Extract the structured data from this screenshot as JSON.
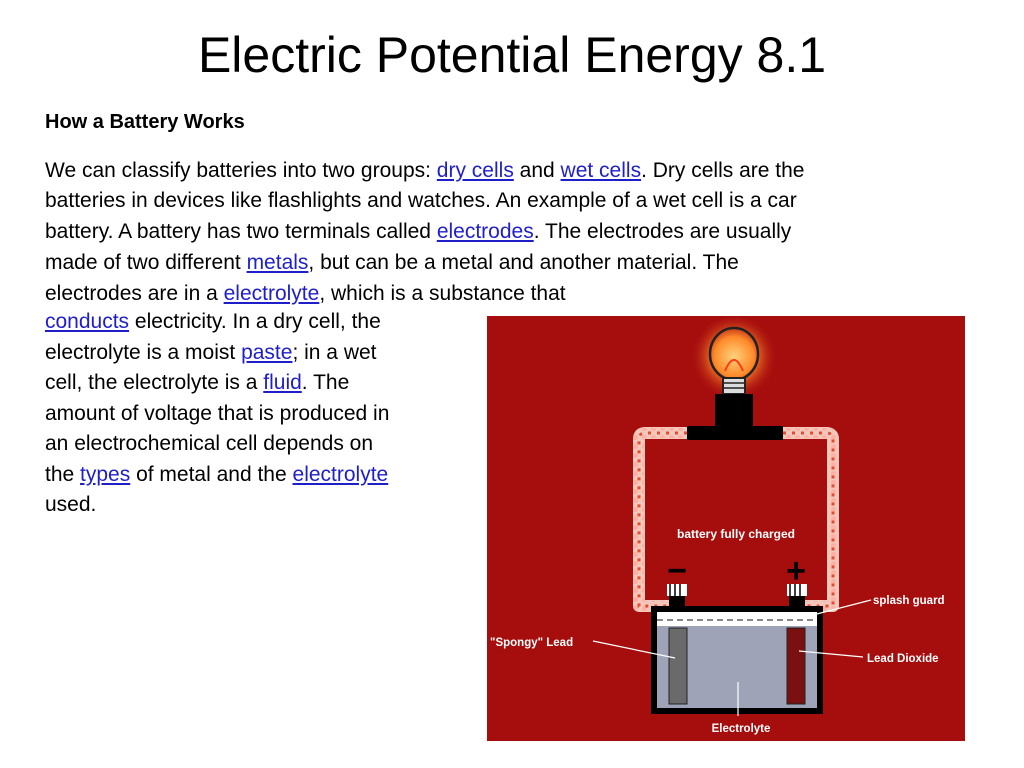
{
  "title": "Electric Potential Energy 8.1",
  "subheading": "How a Battery Works",
  "paragraph": {
    "l1a": "We can classify batteries into two groups: ",
    "l1_link1": "dry cells",
    "l1b": " and ",
    "l1_link2": "wet cells",
    "l1c": ". Dry cells are the",
    "l2": "batteries in devices like flashlights and watches. An example of a wet cell is a car",
    "l3a": "battery. A battery has two terminals called ",
    "l3_link": "electrodes",
    "l3b": ". The electrodes are usually",
    "l4a": "made of two different ",
    "l4_link": "metals",
    "l4b": ", but can be a metal and another material. The",
    "l5a": "electrodes are in a ",
    "l5_link": "electrolyte",
    "l5b": ", which is a substance that",
    "l6_link": "conducts",
    "l6b": " electricity. In a dry cell, the",
    "l7a": "electrolyte is a moist ",
    "l7_link": "paste",
    "l7b": "; in a wet",
    "l8a": "cell, the electrolyte is a ",
    "l8_link": "fluid",
    "l8b": ". The",
    "l9": "amount of voltage that is produced in",
    "l10": "an electrochemical cell depends on",
    "l11a": "the ",
    "l11_link1": "types",
    "l11b": " of metal and the ",
    "l11_link2": "electrolyte",
    "l12": "used."
  },
  "figure": {
    "charge_label": "battery fully charged",
    "minus_sign": "−",
    "plus_sign": "+",
    "splash_guard_label": "splash guard",
    "spongy_lead_label": "\"Spongy\" Lead",
    "lead_dioxide_label": "Lead Dioxide",
    "electrolyte_label": "Electrolyte",
    "colors": {
      "background": "#a60d0d",
      "wire_dots": "#f08a78",
      "bulb_glow": "#ff7a2a",
      "electrolyte": "#9ea3b8",
      "lead_plate": "#6a6a6a",
      "dioxide_plate": "#7a1010"
    }
  }
}
